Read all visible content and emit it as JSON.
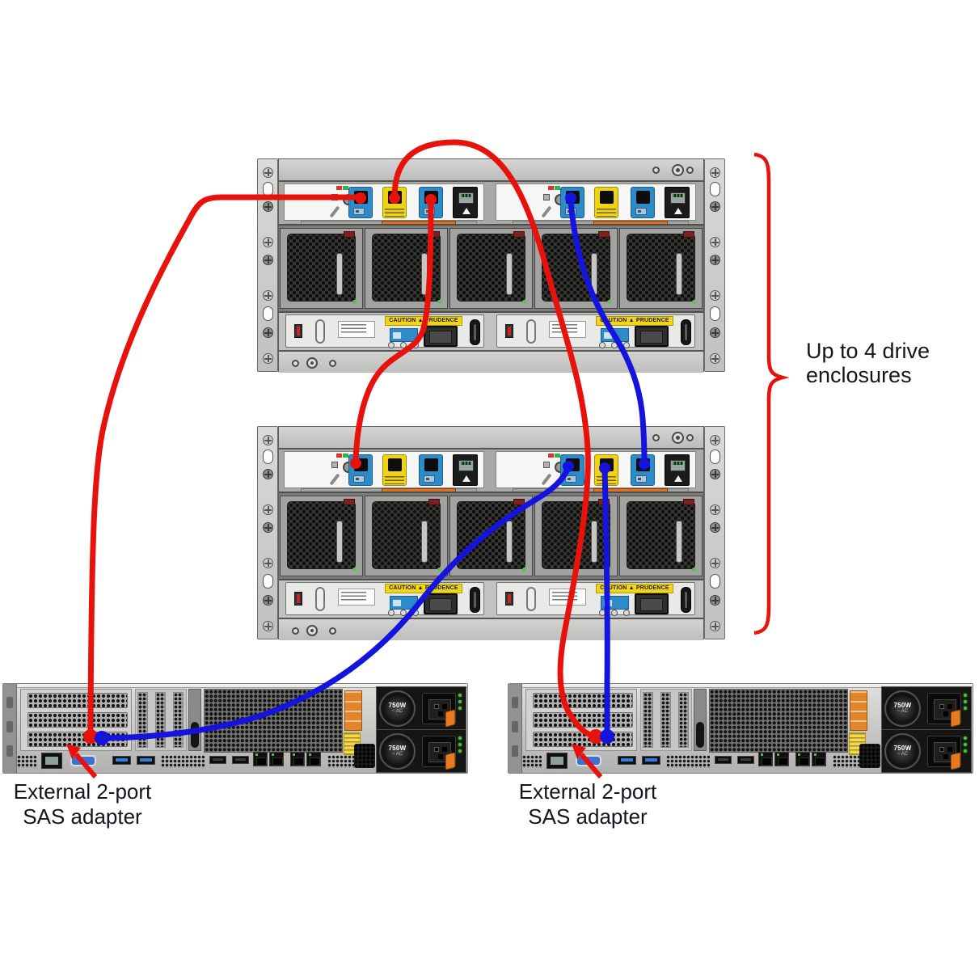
{
  "diagram": {
    "bracket_annotation": {
      "line1": "Up to 4 drive",
      "line2": "enclosures"
    },
    "adapter_annotation": {
      "line1": "External 2-port",
      "line2": "SAS adapter"
    }
  },
  "enclosure": {
    "psu_caution": "CAUTION ▲ PRUDENCE"
  },
  "server": {
    "psu_wattage": "750W",
    "psu_ac": "~ AC"
  },
  "connections": [
    {
      "color": "red",
      "from": "server-1 SAS adapter port",
      "to": "enclosure-1 left ESM port 1"
    },
    {
      "color": "red",
      "from": "enclosure-1 left ESM port 2 (yellow)",
      "to": "server-2 SAS adapter port"
    },
    {
      "color": "red",
      "from": "enclosure-1 left ESM port 3",
      "to": "enclosure-2 left ESM port 1"
    },
    {
      "color": "blue",
      "from": "enclosure-1 right ESM port 1",
      "to": "enclosure-2 right ESM port 3"
    },
    {
      "color": "blue",
      "from": "enclosure-2 right ESM port 1",
      "to": "server-1 SAS adapter port"
    },
    {
      "color": "blue",
      "from": "enclosure-2 right ESM port 2 (yellow)",
      "to": "server-2 SAS adapter port"
    }
  ],
  "colors": {
    "cable_red": "#e8120d",
    "cable_blue": "#1414dc",
    "port_blue": "#2e8bc9",
    "port_yellow": "#efd414",
    "annotation_red": "#e8120d",
    "label_text": "#15151d"
  }
}
